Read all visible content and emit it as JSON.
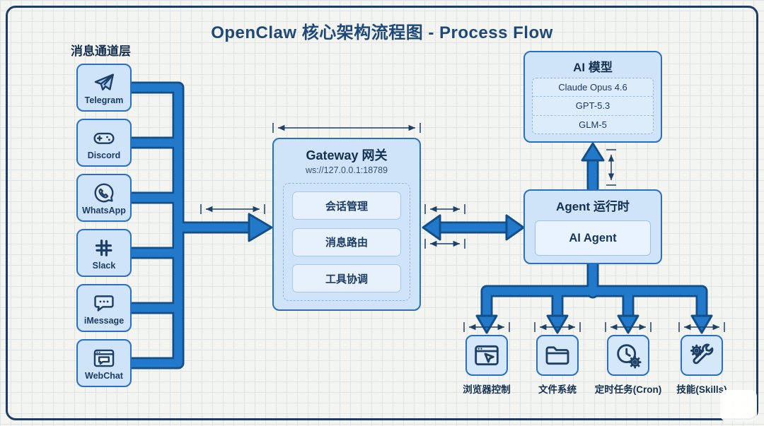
{
  "title": "OpenClaw 核心架构流程图 - Process Flow",
  "channels": {
    "label": "消息通道层",
    "items": [
      {
        "name": "Telegram",
        "icon": "telegram-icon"
      },
      {
        "name": "Discord",
        "icon": "discord-icon"
      },
      {
        "name": "WhatsApp",
        "icon": "whatsapp-icon"
      },
      {
        "name": "Slack",
        "icon": "slack-icon"
      },
      {
        "name": "iMessage",
        "icon": "imessage-icon"
      },
      {
        "name": "WebChat",
        "icon": "webchat-icon"
      }
    ]
  },
  "gateway": {
    "title": "Gateway 网关",
    "subtitle": "ws://127.0.0.1:18789",
    "modules": [
      "会话管理",
      "消息路由",
      "工具协调"
    ]
  },
  "ai_models": {
    "title": "AI 模型",
    "items": [
      "Claude Opus 4.6",
      "GPT-5.3",
      "GLM-5"
    ]
  },
  "agent": {
    "title": "Agent 运行时",
    "core": "AI Agent"
  },
  "tools": [
    {
      "name": "浏览器控制",
      "icon": "browser-control-icon"
    },
    {
      "name": "文件系统",
      "icon": "file-system-icon"
    },
    {
      "name": "定时任务(Cron)",
      "icon": "cron-icon"
    },
    {
      "name": "技能(Skills)",
      "icon": "skills-icon"
    }
  ],
  "colors": {
    "accent_border": "#2a6fc0",
    "box_fill": "#cfe4f8",
    "arrow_fill": "#2379c9",
    "arrow_outline": "#134e88",
    "ink": "#16365c",
    "grid_line": "#dfe4e7"
  }
}
